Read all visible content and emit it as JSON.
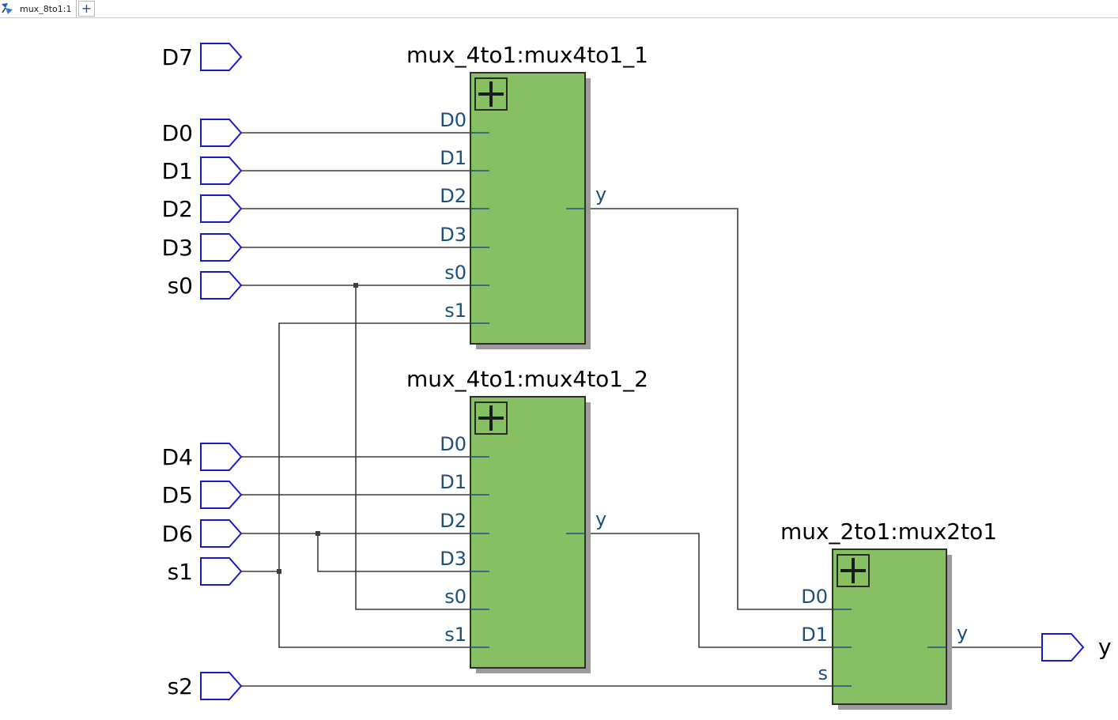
{
  "tab_bar": {
    "tab_icon": "rtl-viewer-icon",
    "active_tab": "mux_8to1:1",
    "new_tab_label": "+"
  },
  "schematic": {
    "input_ports": [
      "D7",
      "D0",
      "D1",
      "D2",
      "D3",
      "s0",
      "D4",
      "D5",
      "D6",
      "s1",
      "s2"
    ],
    "output_ports": [
      "y"
    ],
    "instances": [
      {
        "title": "mux_4to1:mux4to1_1",
        "expand_icon": "expand-icon",
        "inputs": [
          "D0",
          "D1",
          "D2",
          "D3",
          "s0",
          "s1"
        ],
        "outputs": [
          "y"
        ]
      },
      {
        "title": "mux_4to1:mux4to1_2",
        "expand_icon": "expand-icon",
        "inputs": [
          "D0",
          "D1",
          "D2",
          "D3",
          "s0",
          "s1"
        ],
        "outputs": [
          "y"
        ]
      },
      {
        "title": "mux_2to1:mux2to1",
        "expand_icon": "expand-icon",
        "inputs": [
          "D0",
          "D1",
          "s"
        ],
        "outputs": [
          "y"
        ]
      }
    ]
  },
  "colors": {
    "block_fill": "#86c062",
    "block_border": "#2e2e2e",
    "block_shadow": "#9c9c9c",
    "port_outline": "#1a1acc",
    "pin": "#1d4f7c",
    "wire": "#3c3c3c"
  }
}
